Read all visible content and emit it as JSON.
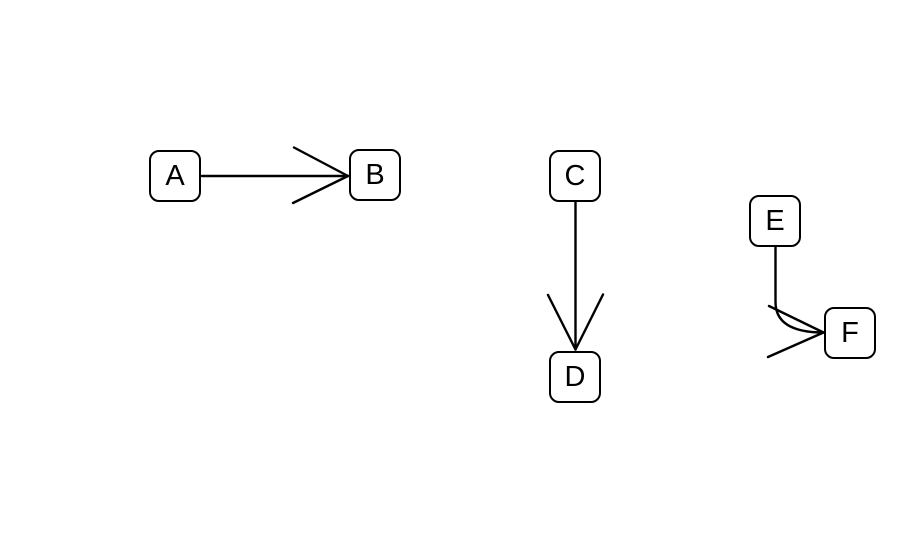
{
  "diagram": {
    "background_color": "#ffffff",
    "stroke_color": "#000000",
    "node_fill_color": "#ffffff",
    "nodes": [
      {
        "id": "A",
        "label": "A"
      },
      {
        "id": "B",
        "label": "B"
      },
      {
        "id": "C",
        "label": "C"
      },
      {
        "id": "D",
        "label": "D"
      },
      {
        "id": "E",
        "label": "E"
      },
      {
        "id": "F",
        "label": "F"
      }
    ],
    "edges": [
      {
        "from": "A",
        "to": "B",
        "arrowhead": "open-v",
        "direction": "right"
      },
      {
        "from": "C",
        "to": "D",
        "arrowhead": "open-v",
        "direction": "down"
      },
      {
        "from": "E",
        "to": "F",
        "arrowhead": "open-v",
        "direction": "down-then-right-curve"
      }
    ]
  }
}
